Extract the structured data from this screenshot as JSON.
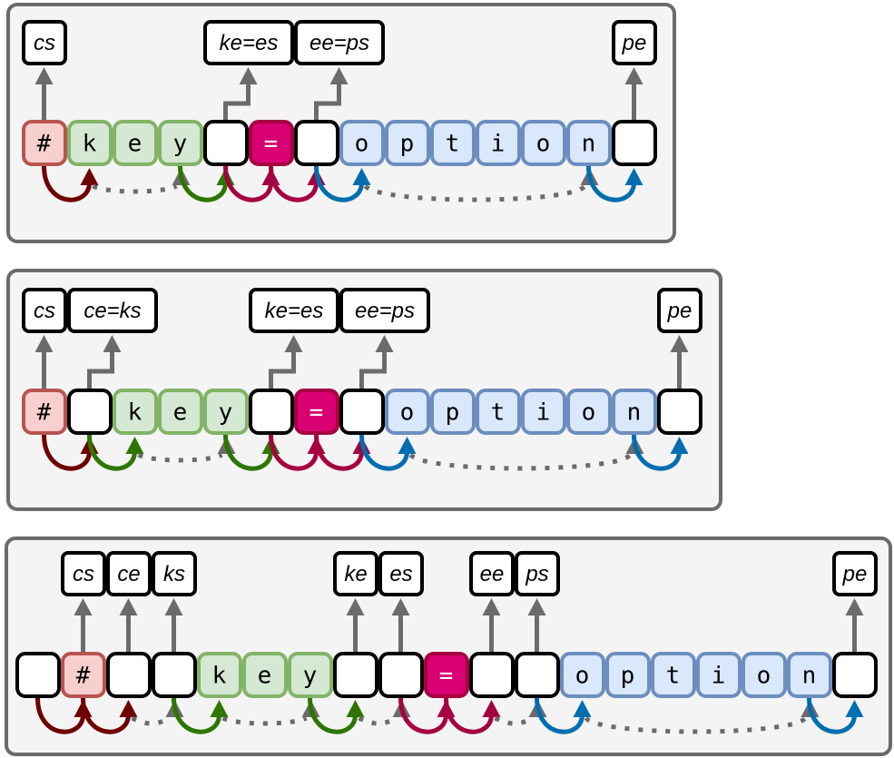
{
  "colors": {
    "panel_fill": "#f4f4f4",
    "panel_stroke": "#6b6b6b",
    "hash_fill": "#f8cfcf",
    "hash_stroke": "#b85450",
    "key_fill": "#d5e8d4",
    "key_stroke": "#82b366",
    "eq_fill": "#d80073",
    "eq_stroke": "#a50040",
    "option_fill": "#dae8fc",
    "option_stroke": "#6c8ebf",
    "blank_fill": "#ffffff",
    "blank_stroke": "#000000",
    "arrow_gray": "#6b6b6b",
    "arrow_darkred": "#6f0000",
    "arrow_green": "#2d7600",
    "arrow_crimson": "#a50040",
    "arrow_blue": "#006eaf"
  },
  "panels": [
    {
      "name": "panel-1",
      "cells": [
        {
          "kind": "hash",
          "text": "#"
        },
        {
          "kind": "key",
          "text": "k"
        },
        {
          "kind": "key",
          "text": "e"
        },
        {
          "kind": "key",
          "text": "y"
        },
        {
          "kind": "blank",
          "text": ""
        },
        {
          "kind": "eq",
          "text": "="
        },
        {
          "kind": "blank",
          "text": ""
        },
        {
          "kind": "option",
          "text": "o"
        },
        {
          "kind": "option",
          "text": "p"
        },
        {
          "kind": "option",
          "text": "t"
        },
        {
          "kind": "option",
          "text": "i"
        },
        {
          "kind": "option",
          "text": "o"
        },
        {
          "kind": "option",
          "text": "n"
        },
        {
          "kind": "blank",
          "text": ""
        }
      ],
      "labels": [
        {
          "text": "cs",
          "from_cell": 0,
          "span_start": 0,
          "span_len": 1
        },
        {
          "text": "ke=es",
          "from_cell": 4,
          "span_start": 4,
          "span_len": 2,
          "step": true
        },
        {
          "text": "ee=ps",
          "from_cell": 6,
          "span_start": 6,
          "span_len": 2,
          "step": true
        },
        {
          "text": "pe",
          "from_cell": 13,
          "span_start": 13,
          "span_len": 1
        }
      ],
      "transitions": [
        {
          "from": 0,
          "to": 1,
          "color": "darkred"
        },
        {
          "from": 1,
          "to": 3,
          "color": "gray",
          "dotted": true
        },
        {
          "from": 3,
          "to": 4,
          "color": "green"
        },
        {
          "from": 4,
          "to": 5,
          "color": "crimson"
        },
        {
          "from": 5,
          "to": 6,
          "color": "crimson"
        },
        {
          "from": 6,
          "to": 7,
          "color": "blue"
        },
        {
          "from": 7,
          "to": 12,
          "color": "gray",
          "dotted": true
        },
        {
          "from": 12,
          "to": 13,
          "color": "blue"
        }
      ]
    },
    {
      "name": "panel-2",
      "cells": [
        {
          "kind": "hash",
          "text": "#"
        },
        {
          "kind": "blank",
          "text": ""
        },
        {
          "kind": "key",
          "text": "k"
        },
        {
          "kind": "key",
          "text": "e"
        },
        {
          "kind": "key",
          "text": "y"
        },
        {
          "kind": "blank",
          "text": ""
        },
        {
          "kind": "eq",
          "text": "="
        },
        {
          "kind": "blank",
          "text": ""
        },
        {
          "kind": "option",
          "text": "o"
        },
        {
          "kind": "option",
          "text": "p"
        },
        {
          "kind": "option",
          "text": "t"
        },
        {
          "kind": "option",
          "text": "i"
        },
        {
          "kind": "option",
          "text": "o"
        },
        {
          "kind": "option",
          "text": "n"
        },
        {
          "kind": "blank",
          "text": ""
        }
      ],
      "labels": [
        {
          "text": "cs",
          "from_cell": 0,
          "span_start": 0,
          "span_len": 1
        },
        {
          "text": "ce=ks",
          "from_cell": 1,
          "span_start": 1,
          "span_len": 2,
          "step": true
        },
        {
          "text": "ke=es",
          "from_cell": 5,
          "span_start": 5,
          "span_len": 2,
          "step": true
        },
        {
          "text": "ee=ps",
          "from_cell": 7,
          "span_start": 7,
          "span_len": 2,
          "step": true
        },
        {
          "text": "pe",
          "from_cell": 14,
          "span_start": 14,
          "span_len": 1
        }
      ],
      "transitions": [
        {
          "from": 0,
          "to": 1,
          "color": "darkred"
        },
        {
          "from": 1,
          "to": 2,
          "color": "green"
        },
        {
          "from": 2,
          "to": 4,
          "color": "gray",
          "dotted": true
        },
        {
          "from": 4,
          "to": 5,
          "color": "green"
        },
        {
          "from": 5,
          "to": 6,
          "color": "crimson"
        },
        {
          "from": 6,
          "to": 7,
          "color": "crimson"
        },
        {
          "from": 7,
          "to": 8,
          "color": "blue"
        },
        {
          "from": 8,
          "to": 13,
          "color": "gray",
          "dotted": true
        },
        {
          "from": 13,
          "to": 14,
          "color": "blue"
        }
      ]
    },
    {
      "name": "panel-3",
      "cells": [
        {
          "kind": "blank",
          "text": ""
        },
        {
          "kind": "hash",
          "text": "#"
        },
        {
          "kind": "blank",
          "text": ""
        },
        {
          "kind": "blank",
          "text": ""
        },
        {
          "kind": "key",
          "text": "k"
        },
        {
          "kind": "key",
          "text": "e"
        },
        {
          "kind": "key",
          "text": "y"
        },
        {
          "kind": "blank",
          "text": ""
        },
        {
          "kind": "blank",
          "text": ""
        },
        {
          "kind": "eq",
          "text": "="
        },
        {
          "kind": "blank",
          "text": ""
        },
        {
          "kind": "blank",
          "text": ""
        },
        {
          "kind": "option",
          "text": "o"
        },
        {
          "kind": "option",
          "text": "p"
        },
        {
          "kind": "option",
          "text": "t"
        },
        {
          "kind": "option",
          "text": "i"
        },
        {
          "kind": "option",
          "text": "o"
        },
        {
          "kind": "option",
          "text": "n"
        },
        {
          "kind": "blank",
          "text": ""
        }
      ],
      "labels": [
        {
          "text": "cs",
          "from_cell": 1,
          "span_start": 1,
          "span_len": 1
        },
        {
          "text": "ce",
          "from_cell": 2,
          "span_start": 2,
          "span_len": 1
        },
        {
          "text": "ks",
          "from_cell": 3,
          "span_start": 3,
          "span_len": 1
        },
        {
          "text": "ke",
          "from_cell": 7,
          "span_start": 7,
          "span_len": 1
        },
        {
          "text": "es",
          "from_cell": 8,
          "span_start": 8,
          "span_len": 1
        },
        {
          "text": "ee",
          "from_cell": 10,
          "span_start": 10,
          "span_len": 1
        },
        {
          "text": "ps",
          "from_cell": 11,
          "span_start": 11,
          "span_len": 1
        },
        {
          "text": "pe",
          "from_cell": 18,
          "span_start": 18,
          "span_len": 1
        }
      ],
      "transitions": [
        {
          "from": 0,
          "to": 1,
          "color": "darkred"
        },
        {
          "from": 1,
          "to": 2,
          "color": "darkred"
        },
        {
          "from": 2,
          "to": 3,
          "color": "gray",
          "dotted": true
        },
        {
          "from": 3,
          "to": 4,
          "color": "green"
        },
        {
          "from": 4,
          "to": 6,
          "color": "gray",
          "dotted": true
        },
        {
          "from": 6,
          "to": 7,
          "color": "green"
        },
        {
          "from": 7,
          "to": 8,
          "color": "gray",
          "dotted": true
        },
        {
          "from": 8,
          "to": 9,
          "color": "crimson"
        },
        {
          "from": 9,
          "to": 10,
          "color": "crimson"
        },
        {
          "from": 10,
          "to": 11,
          "color": "gray",
          "dotted": true
        },
        {
          "from": 11,
          "to": 12,
          "color": "blue"
        },
        {
          "from": 12,
          "to": 17,
          "color": "gray",
          "dotted": true
        },
        {
          "from": 17,
          "to": 18,
          "color": "blue"
        }
      ]
    }
  ]
}
